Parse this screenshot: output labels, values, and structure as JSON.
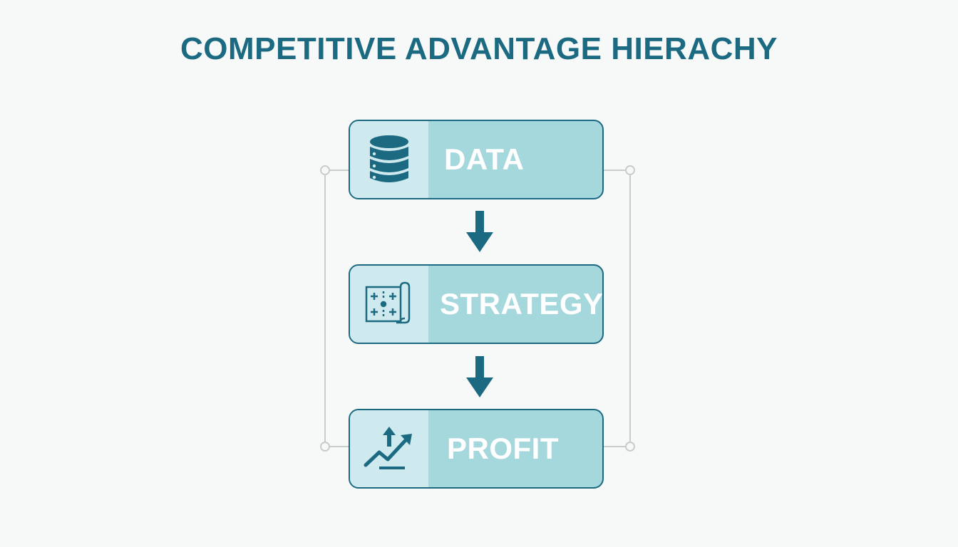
{
  "title": "COMPETITIVE ADVANTAGE HIERACHY",
  "nodes": [
    {
      "label": "DATA",
      "icon": "database-icon"
    },
    {
      "label": "STRATEGY",
      "icon": "blueprint-map-icon"
    },
    {
      "label": "PROFIT",
      "icon": "trending-up-chart-icon"
    }
  ],
  "colors": {
    "primary": "#1b6a82",
    "box_fill": "#a5d8dd",
    "icon_panel_fill": "#cfeaee",
    "label_text": "#ffffff",
    "connector": "#c8cccd",
    "background": "#f7f9f9"
  }
}
